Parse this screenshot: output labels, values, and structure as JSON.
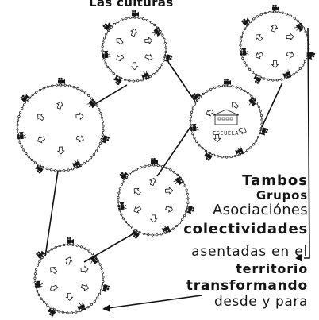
{
  "title": "Las culturas",
  "building_label": "ESCUELA",
  "text_lines": [
    "Tambos",
    "Grupos",
    "Asociaciónes",
    "colectividades",
    "asentadas en el",
    "territorio",
    "transformando",
    "desde y para"
  ],
  "colors": {
    "ink": "#151515",
    "background": "#ffffff"
  },
  "icons": [
    "camera-icon",
    "person-icon",
    "arrow-icon",
    "school-building-icon"
  ]
}
